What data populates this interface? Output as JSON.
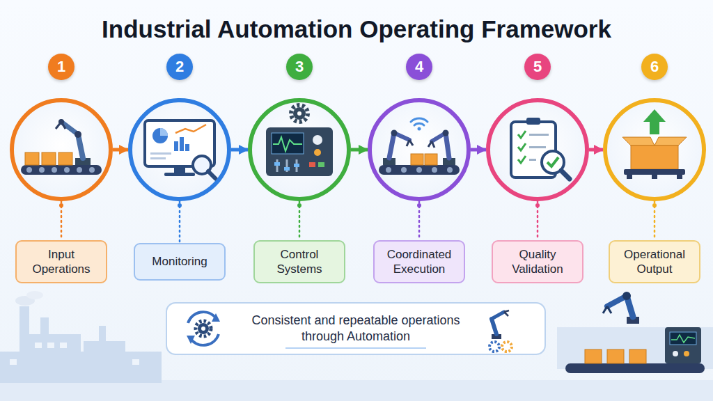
{
  "diagram": {
    "title": "Industrial Automation Operating Framework",
    "nodes": [
      {
        "text": [
          "1"
        ]
      },
      {
        "text": [
          "2"
        ]
      },
      {
        "text": [
          "3"
        ]
      },
      {
        "text": [
          "4"
        ]
      },
      {
        "text": [
          "5"
        ]
      },
      {
        "text": [
          "6"
        ]
      },
      {
        "text": [
          "Input Operations"
        ]
      },
      {
        "text": [
          "Monitoring"
        ]
      },
      {
        "text": [
          "Control Systems"
        ]
      },
      {
        "text": [
          "Coordinated Execution"
        ]
      },
      {
        "text": [
          "Quality Validation"
        ]
      },
      {
        "text": [
          "Operational Output"
        ]
      },
      {
        "text": [
          "Consistent and repeatable operations through Automation"
        ]
      }
    ],
    "edges": [
      {
        "from": 0,
        "to": 1,
        "arrow": "to"
      },
      {
        "from": 1,
        "to": 2,
        "arrow": "to"
      },
      {
        "from": 2,
        "to": 3,
        "arrow": "to"
      },
      {
        "from": 3,
        "to": 4,
        "arrow": "to"
      },
      {
        "from": 4,
        "to": 5,
        "arrow": "to"
      },
      {
        "from": 0,
        "to": 6,
        "arrow": "none"
      },
      {
        "from": 1,
        "to": 7,
        "arrow": "none"
      },
      {
        "from": 2,
        "to": 8,
        "arrow": "none"
      },
      {
        "from": 3,
        "to": 9,
        "arrow": "none"
      },
      {
        "from": 4,
        "to": 10,
        "arrow": "none"
      },
      {
        "from": 5,
        "to": 11,
        "arrow": "none"
      }
    ]
  }
}
